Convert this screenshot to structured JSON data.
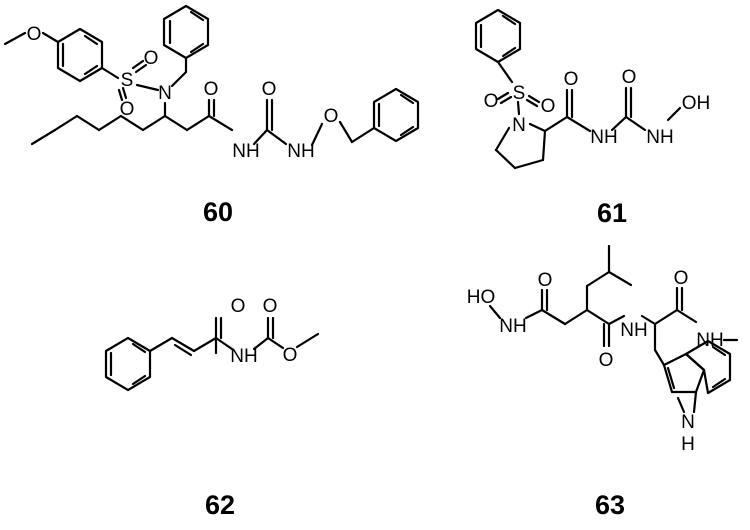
{
  "compounds": [
    {
      "label": "60",
      "atoms": [
        "O",
        "S",
        "O",
        "O",
        "N",
        "O",
        "O",
        "NH",
        "NH",
        "O"
      ]
    },
    {
      "label": "61",
      "atoms": [
        "S",
        "O",
        "O",
        "N",
        "O",
        "O",
        "NH",
        "NH",
        "OH"
      ]
    },
    {
      "label": "62",
      "atoms": [
        "O",
        "O",
        "NH",
        "O"
      ]
    },
    {
      "label": "63",
      "atoms": [
        "O",
        "HO",
        "NH",
        "O",
        "NH",
        "O",
        "NH",
        "N",
        "H"
      ]
    }
  ]
}
